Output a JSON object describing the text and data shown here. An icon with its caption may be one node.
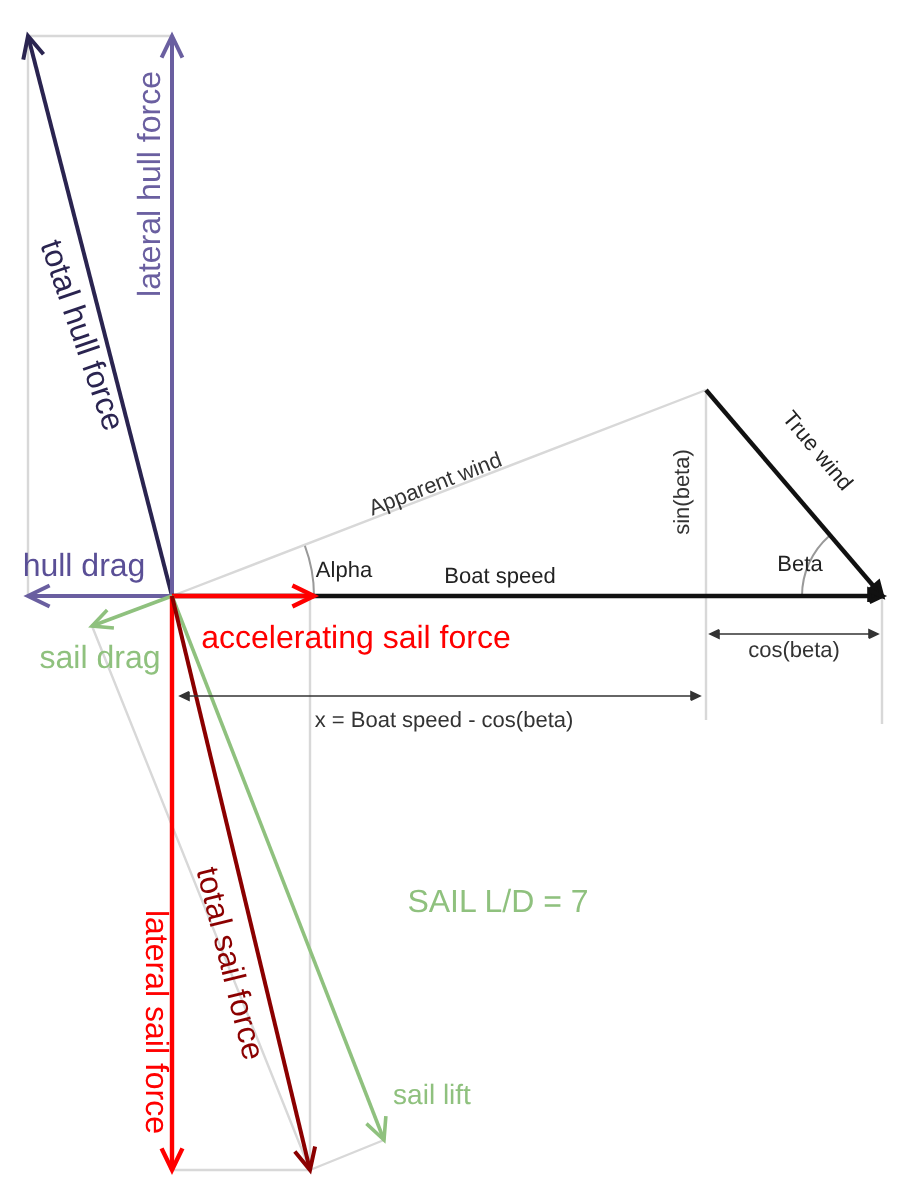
{
  "diagram": {
    "labels": [
      "lateral hull force",
      "total hull force",
      "Apparent wind",
      "sin(beta)",
      "True wind",
      "Alpha",
      "Boat speed",
      "Beta",
      "hull drag",
      "accelerating sail force",
      "cos(beta)",
      "sail drag",
      "x = Boat speed - cos(beta)",
      "SAIL L/D = 7",
      "lateral sail force",
      "total sail force",
      "sail lift"
    ]
  }
}
